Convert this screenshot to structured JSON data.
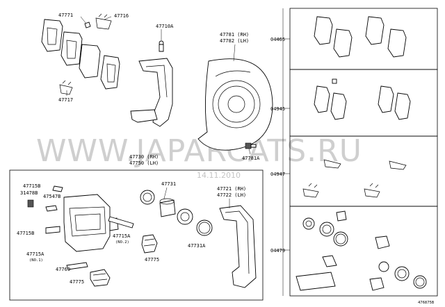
{
  "watermark": {
    "text": "WWW.JAPARCATS.RU",
    "date": "14.11.2010"
  },
  "diagram_id": "476875B",
  "labels": {
    "l47771": "47771",
    "l47716": "47716",
    "l47717": "47717",
    "l47710A": "47710A",
    "l47781": "47781 (RH)",
    "l47782": "47782 (LH)",
    "l47781A": "47781A",
    "l47730": "47730 (RH)",
    "l47750": "47750 (LH)",
    "l47731": "47731",
    "l47721": "47721 (RH)",
    "l47722": "47722 (LH)",
    "l47715B_a": "47715B",
    "l31478B": "31478B",
    "l47547B": "47547B",
    "l47715B_b": "47715B",
    "l47715A_1": "47715A",
    "no1": "(NO.1)",
    "l47769": "47769",
    "l47775_a": "47775",
    "l47715A_2": "47715A",
    "no2": "(NO.2)",
    "l47775_b": "47775",
    "l47731A": "47731A",
    "l04465": "04465",
    "l04945": "04945",
    "l04947": "04947",
    "l04479": "04479"
  }
}
